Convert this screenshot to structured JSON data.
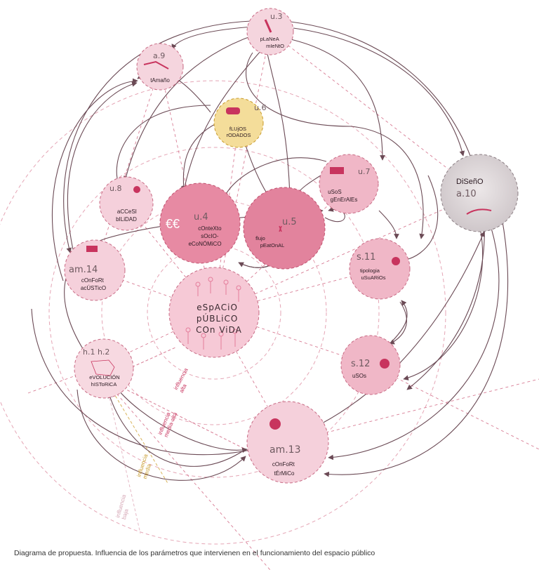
{
  "caption": "Diagrama de propuesta. Influencia de los parámetros que intervienen en el funcionamiento del espacio público",
  "centre": {
    "lines": [
      "eSpACiO",
      "pÚBLiCO",
      "COn ViDA"
    ]
  },
  "nodes": [
    {
      "id": "u3",
      "code": "u.3",
      "label": [
        "pLaNeA",
        "mIeNtO"
      ]
    },
    {
      "id": "a9",
      "code": "a.9",
      "label": [
        "tAmaño"
      ]
    },
    {
      "id": "u6",
      "code": "u.6",
      "label": [
        "fLUjOS",
        "rODADOS"
      ]
    },
    {
      "id": "u8",
      "code": "u.8",
      "label": [
        "aCCeSI",
        "bILiDAD"
      ]
    },
    {
      "id": "u4",
      "code": "u.4",
      "label": [
        "cOnteXto",
        "sOcIO-",
        "eCoNÓMiCO"
      ]
    },
    {
      "id": "u5",
      "code": "u.5",
      "label": [
        "flujo",
        "pEatOnAL"
      ]
    },
    {
      "id": "u7",
      "code": "u.7",
      "label": [
        "uSoS",
        "gEnErAlEs"
      ]
    },
    {
      "id": "a10",
      "code": "a.10",
      "label": [
        "DiSeñO"
      ]
    },
    {
      "id": "am14",
      "code": "am.14",
      "label": [
        "cOnFoRt",
        "acÚSTicO"
      ]
    },
    {
      "id": "s11",
      "code": "s.11",
      "label": [
        "tipologia",
        "uSuARiOs"
      ]
    },
    {
      "id": "h12",
      "code": "h.1   h.2",
      "label": [
        "eVOLUCIÓN",
        "hISToRiCA"
      ]
    },
    {
      "id": "s12",
      "code": "s.12",
      "label": [
        "uSOs"
      ]
    },
    {
      "id": "am13",
      "code": "am.13",
      "label": [
        "cOnFoRt",
        "tÉrMiCo"
      ]
    }
  ],
  "influence_labels": [
    {
      "id": "alta",
      "text": [
        "influencia",
        "alta"
      ]
    },
    {
      "id": "media-alta",
      "text": [
        "influencia",
        "media-alta"
      ]
    },
    {
      "id": "media",
      "text": [
        "influencia",
        "media"
      ]
    },
    {
      "id": "baja",
      "text": [
        "influencia",
        "baja"
      ]
    }
  ],
  "colors": {
    "arrow": "#6b4a55",
    "ring_dash": "#e5a5b5",
    "spoke_dash": "#d87d95",
    "node_light": "#f7d9e1",
    "node_mid": "#f0b7c7",
    "node_dark": "#e68aa2",
    "node_yellow": "#f4dd9a",
    "node_grey": "#dcd6d8",
    "centre_fill": "#f6c9d6",
    "accent": "#c8345e",
    "gold": "#c89a2a"
  }
}
